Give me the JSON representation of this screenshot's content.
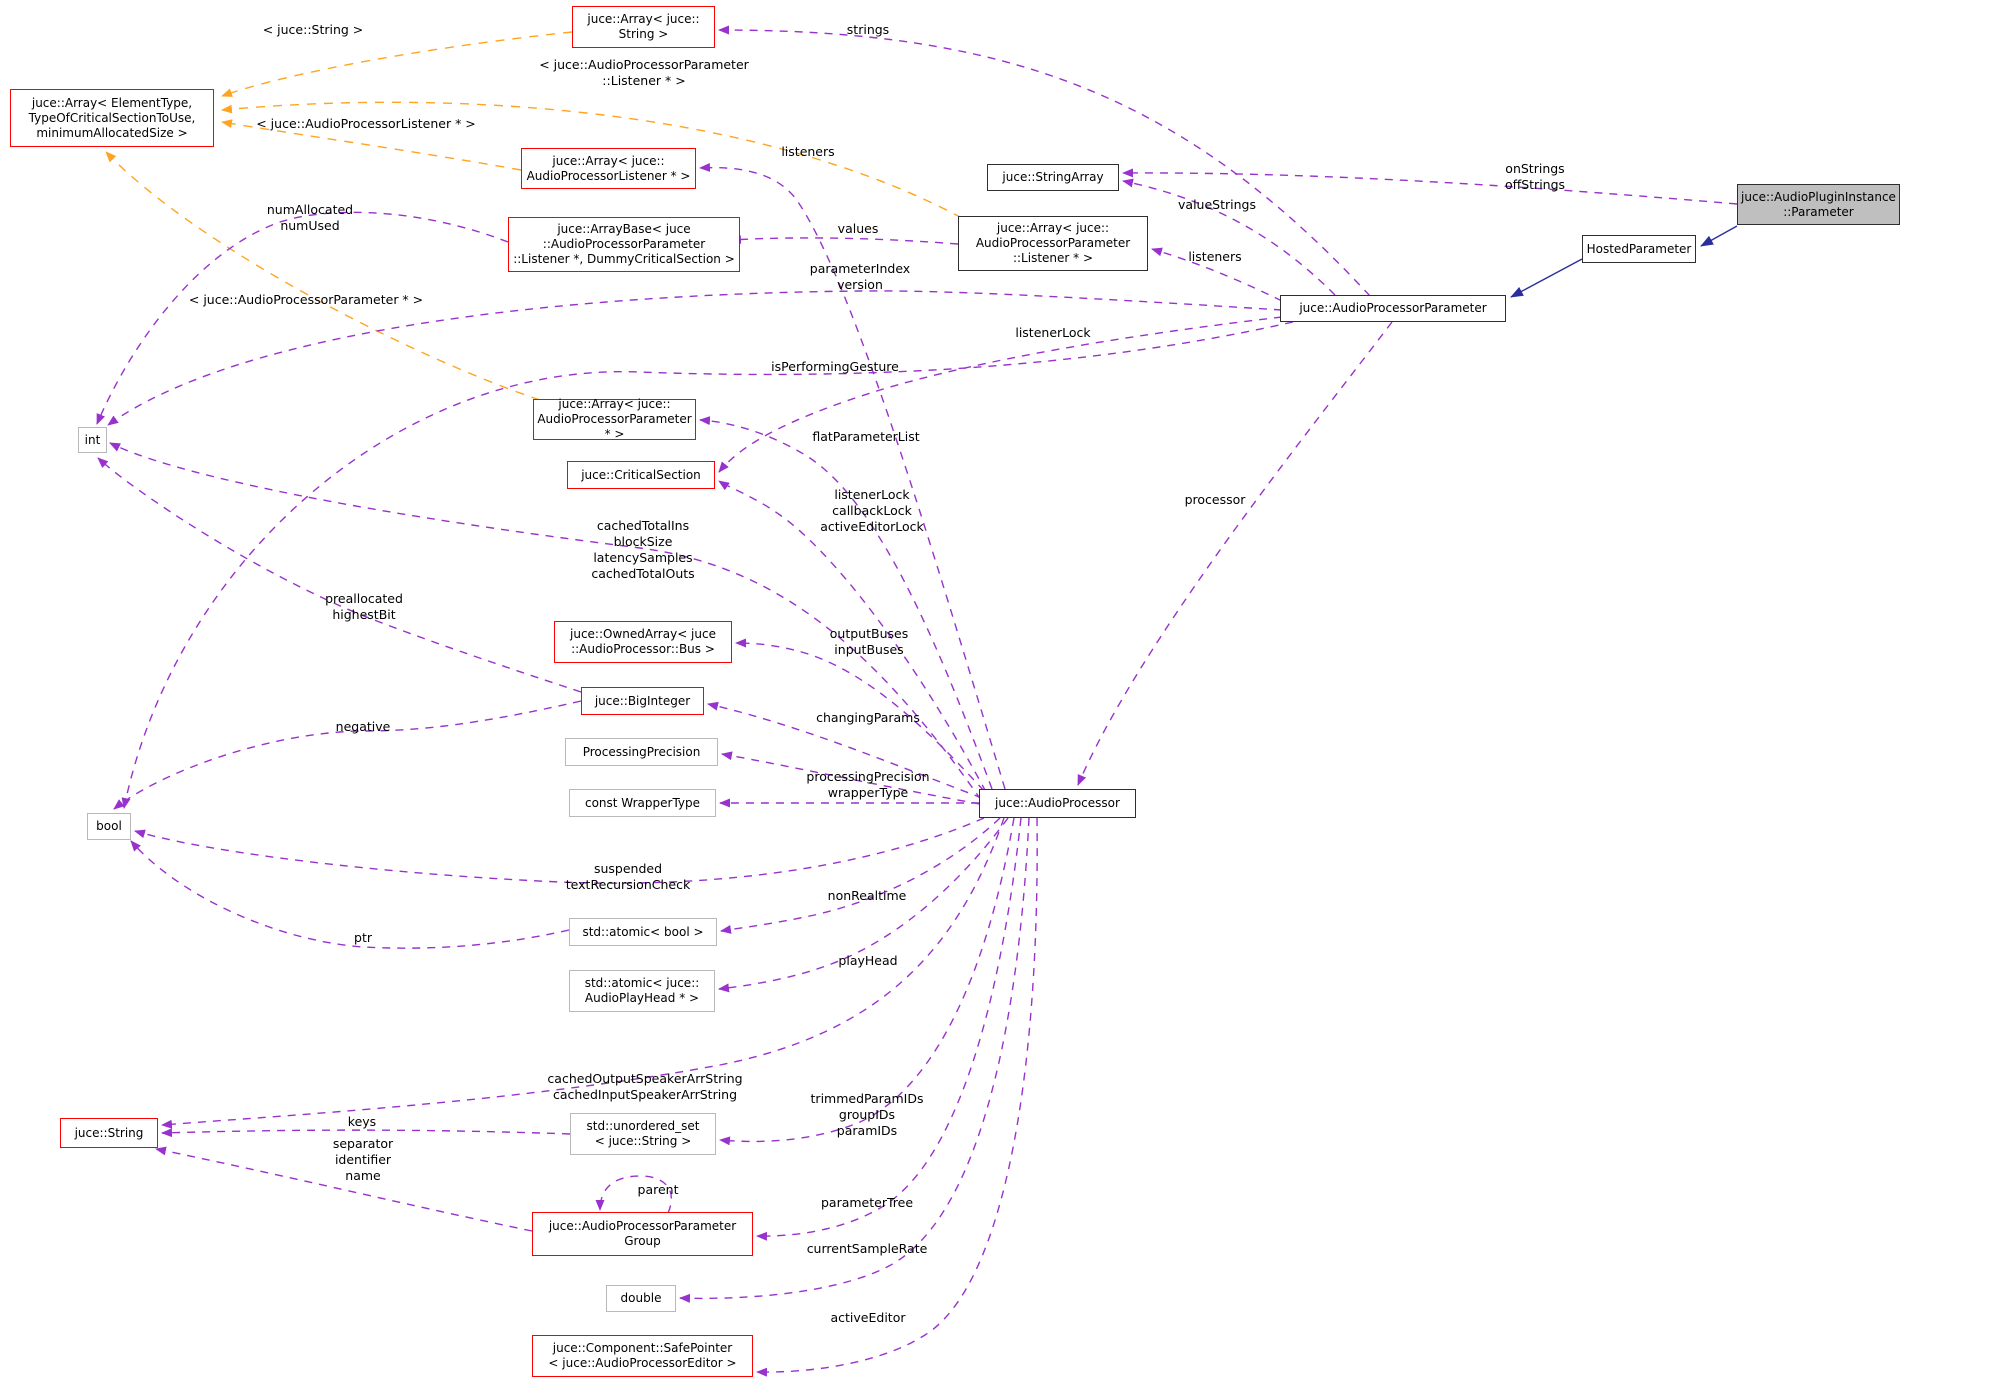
{
  "diagram_type": "doxygen-collaboration-graph",
  "colors": {
    "usage": "#9932cc",
    "template": "#ffa420",
    "inherit": "#2b2f9e",
    "red": "#ff0000",
    "plain": "#b9b9b9",
    "black": "#2e2e2e",
    "targetfill": "#bfbfbf"
  },
  "nodes": {
    "array_string": {
      "label": "juce::Array< juce::\nString >"
    },
    "array_elementtype": {
      "label": "juce::Array< ElementType,\nTypeOfCriticalSectionToUse,\nminimumAllocatedSize >"
    },
    "array_aplistener": {
      "label": "juce::Array< juce::\nAudioProcessorListener * >"
    },
    "stringarray": {
      "label": "juce::StringArray"
    },
    "arraybase": {
      "label": "juce::ArrayBase< juce\n::AudioProcessorParameter\n::Listener *, DummyCriticalSection >"
    },
    "array_applistener": {
      "label": "juce::Array< juce::\nAudioProcessorParameter\n::Listener * >"
    },
    "plugin_parameter": {
      "label": "juce::AudioPluginInstance\n::Parameter"
    },
    "hosted_parameter": {
      "label": "HostedParameter"
    },
    "app_parameter": {
      "label": "juce::AudioProcessorParameter"
    },
    "int": {
      "label": "int"
    },
    "array_app": {
      "label": "juce::Array< juce::\nAudioProcessorParameter * >"
    },
    "criticalsection": {
      "label": "juce::CriticalSection"
    },
    "ownedarray": {
      "label": "juce::OwnedArray< juce\n::AudioProcessor::Bus >"
    },
    "biginteger": {
      "label": "juce::BigInteger"
    },
    "processingprecision": {
      "label": "ProcessingPrecision"
    },
    "wrappertype": {
      "label": "const WrapperType"
    },
    "audioprocessor": {
      "label": "juce::AudioProcessor"
    },
    "bool": {
      "label": "bool"
    },
    "atomic_bool": {
      "label": "std::atomic< bool >"
    },
    "atomic_playhead": {
      "label": "std::atomic< juce::\nAudioPlayHead * >"
    },
    "string": {
      "label": "juce::String"
    },
    "unordered_set": {
      "label": "std::unordered_set\n< juce::String >"
    },
    "param_group": {
      "label": "juce::AudioProcessorParameter\nGroup"
    },
    "double": {
      "label": "double"
    },
    "safepointer": {
      "label": "juce::Component::SafePointer\n< juce::AudioProcessorEditor >"
    }
  },
  "edge_labels": {
    "tpl_string": "< juce::String >",
    "tpl_applistener": "< juce::AudioProcessorParameter\n::Listener * >",
    "tpl_aplistener": "< juce::AudioProcessorListener * >",
    "tpl_app_ptr": "< juce::AudioProcessorParameter * >",
    "strings": "strings",
    "listeners_top": "listeners",
    "valuestrings": "valueStrings",
    "listeners_right": "listeners",
    "onstrings": "onStrings\noffStrings",
    "values": "values",
    "parameterindex": "parameterIndex\nversion",
    "numallocated": "numAllocated\nnumUsed",
    "listenerlock": "listenerLock",
    "isperforminggesture": "isPerformingGesture",
    "processor": "processor",
    "flatparameterlist": "flatParameterList",
    "locks3": "listenerLock\ncallbackLock\nactiveEditorLock",
    "cached4": "cachedTotalIns\nblockSize\nlatencySamples\ncachedTotalOuts",
    "preallocated": "preallocated\nhighestBit",
    "buses": "outputBuses\ninputBuses",
    "changingparams": "changingParams",
    "negative": "negative",
    "processingprecision": "processingPrecision",
    "wrappertype": "wrapperType",
    "suspended": "suspended\ntextRecursionCheck",
    "ptr": "ptr",
    "nonrealtime": "nonRealtime",
    "playhead": "playHead",
    "cachedspeaker": "cachedOutputSpeakerArrString\ncachedInputSpeakerArrString",
    "keys": "keys",
    "separator3": "separator\nidentifier\nname",
    "trimmed3": "trimmedParamIDs\ngroupIDs\nparamIDs",
    "parametertree": "parameterTree",
    "parent": "parent",
    "currentsamplerate": "currentSampleRate",
    "activeeditor": "activeEditor"
  }
}
